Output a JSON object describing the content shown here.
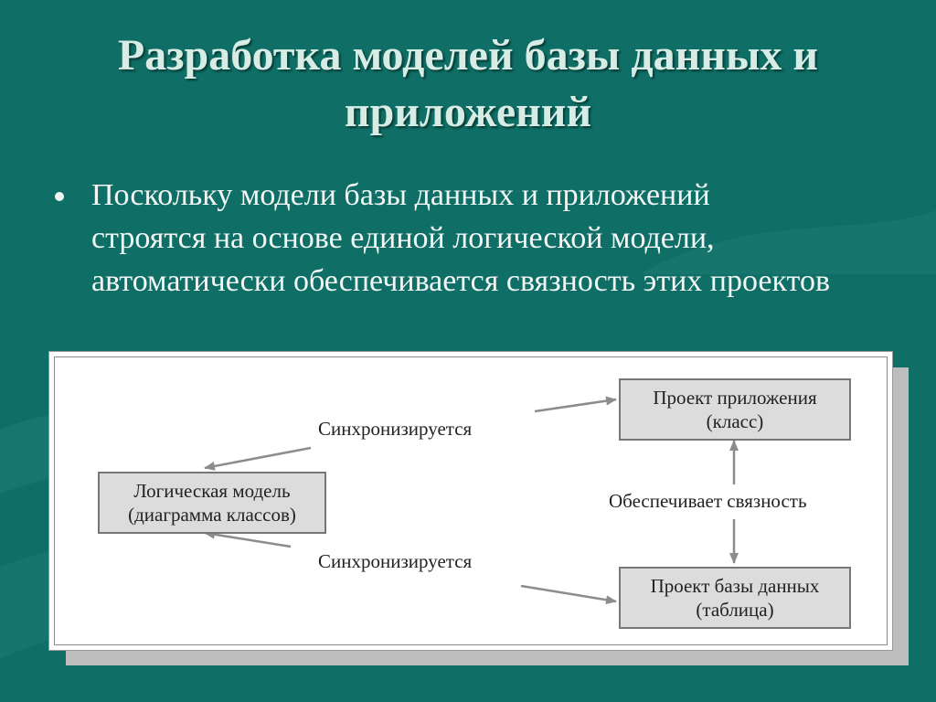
{
  "slide": {
    "title": "Разработка моделей базы данных и приложений",
    "bullet": "Поскольку модели базы данных и приложений строятся на основе единой логической модели, автоматически обеспечивается связность этих проектов"
  },
  "diagram": {
    "logical_model": {
      "line1": "Логическая модель",
      "line2": "(диаграмма классов)"
    },
    "app_project": {
      "line1": "Проект приложения",
      "line2": "(класс)"
    },
    "db_project": {
      "line1": "Проект базы данных",
      "line2": "(таблица)"
    },
    "sync_label_top": "Синхронизируется",
    "sync_label_bottom": "Синхронизируется",
    "connectivity_label": "Обеспечивает связность"
  },
  "colors": {
    "background": "#0f6f66",
    "title": "#d8ece6",
    "box_fill": "#dcdcdc",
    "arrow": "#8c8c8c"
  }
}
